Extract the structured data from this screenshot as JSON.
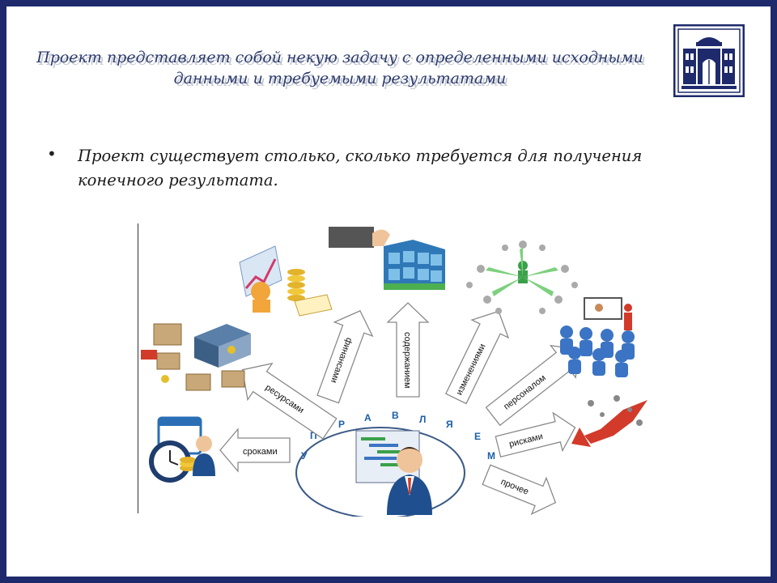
{
  "title": {
    "line1": "Проект представляет собой некую задачу с определенными исходными",
    "line2": "данными и требуемыми результатами"
  },
  "bullet": {
    "line1": "Проект существует столько, сколько требуется для получения",
    "line2": "конечного результата."
  },
  "diagram": {
    "center_letters": [
      "У",
      "П",
      "Р",
      "А",
      "В",
      "Л",
      "Я",
      "Е",
      "М"
    ],
    "arrows": {
      "srokami": "сроками",
      "resursami": "ресурсами",
      "finansami": "финансами",
      "soderzhaniem": "содержанием",
      "izmeneniyami": "изменениями",
      "personalom": "персоналом",
      "riskami": "рисками",
      "prochee": "прочее"
    }
  },
  "colors": {
    "frame": "#1e2a6b",
    "title_text": "#2b3a6b",
    "center_letters": "#1b5fa8"
  },
  "icons": [
    "university-logo-icon",
    "clock-calendar-icon",
    "warehouse-icon",
    "finance-coins-icon",
    "hand-building-icon",
    "network-people-icon",
    "meeting-people-icon",
    "risk-arrow-icon",
    "manager-gantt-icon"
  ]
}
